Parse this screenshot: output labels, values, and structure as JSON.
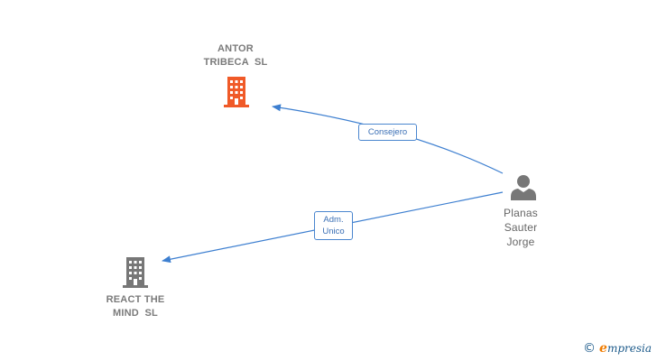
{
  "nodes": {
    "antor": {
      "name_line1": "ANTOR",
      "name_line2": "TRIBECA  SL",
      "color": "#f05a28"
    },
    "react": {
      "name_line1": "REACT THE",
      "name_line2": "MIND  SL",
      "color": "#777777"
    },
    "person": {
      "line1": "Planas",
      "line2": "Sauter",
      "line3": "Jorge",
      "color": "#777777"
    }
  },
  "edges": [
    {
      "from": "person",
      "to": "antor",
      "label_line1": "Consejero"
    },
    {
      "from": "person",
      "to": "react",
      "label_line1": "Adm.",
      "label_line2": "Unico"
    }
  ],
  "colors": {
    "edge": "#3d7fd0",
    "label_border": "#4a86cf"
  },
  "brand": {
    "copyright": "©",
    "initial": "e",
    "rest": "mpresia"
  }
}
